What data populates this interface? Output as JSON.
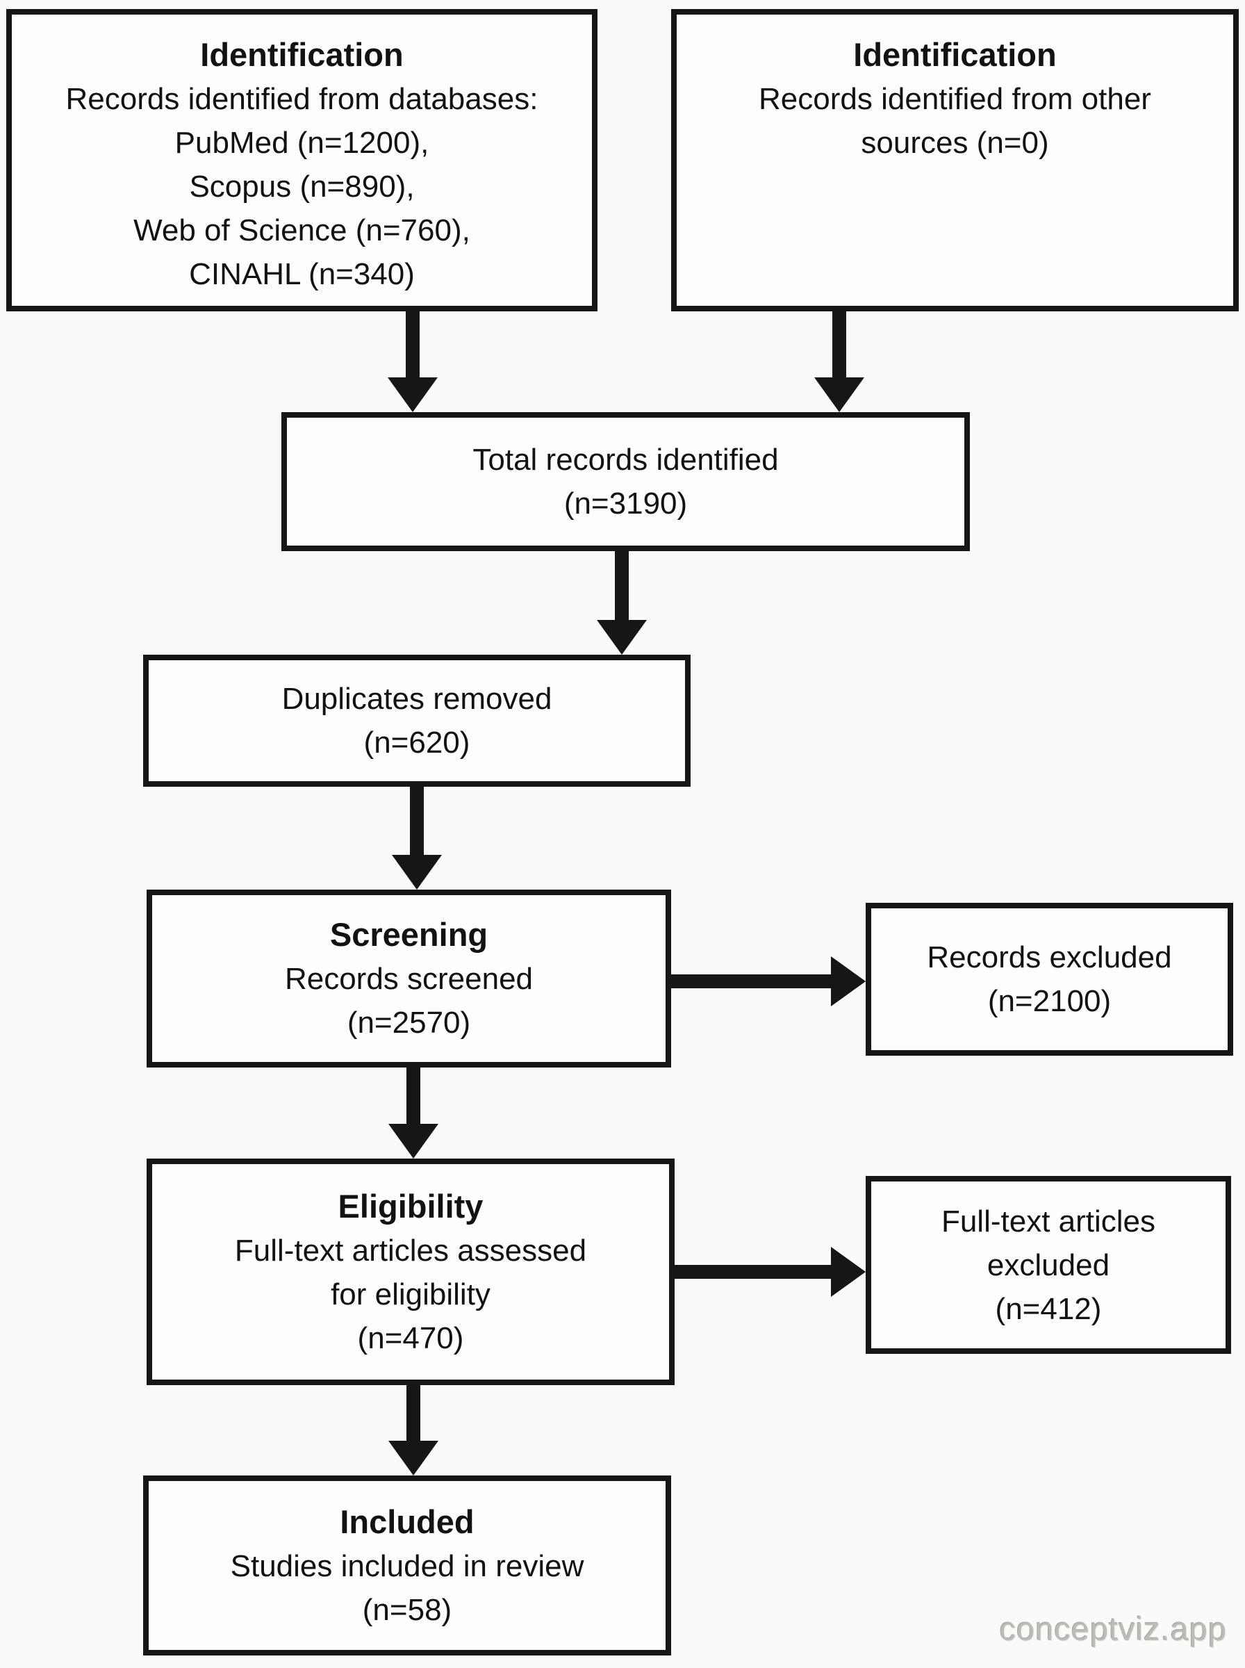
{
  "watermark": "conceptviz.app",
  "colors": {
    "ink": "#161616",
    "background": "#fbfaf8",
    "box_fill": "#fdfdfc",
    "watermark_gray": "#bdbbb6"
  },
  "boxes": {
    "identification_databases": {
      "heading": "Identification",
      "lines": [
        "Records identified from databases:",
        "PubMed (n=1200),",
        "Scopus (n=890),",
        "Web of Science (n=760),",
        "CINAHL (n=340)"
      ]
    },
    "identification_other": {
      "heading": "Identification",
      "lines": [
        "Records identified from other",
        "sources (n=0)"
      ]
    },
    "total_records": {
      "lines": [
        "Total records identified",
        "(n=3190)"
      ]
    },
    "duplicates_removed": {
      "lines": [
        "Duplicates removed",
        "(n=620)"
      ]
    },
    "screening": {
      "heading": "Screening",
      "lines": [
        "Records screened",
        "(n=2570)"
      ]
    },
    "records_excluded": {
      "lines": [
        "Records excluded",
        "(n=2100)"
      ]
    },
    "eligibility": {
      "heading": "Eligibility",
      "lines": [
        "Full-text articles assessed",
        "for eligibility",
        "(n=470)"
      ]
    },
    "fulltext_excluded": {
      "lines": [
        "Full-text articles",
        "excluded",
        "(n=412)"
      ]
    },
    "included": {
      "heading": "Included",
      "lines": [
        "Studies included in review",
        "(n=58)"
      ]
    }
  }
}
